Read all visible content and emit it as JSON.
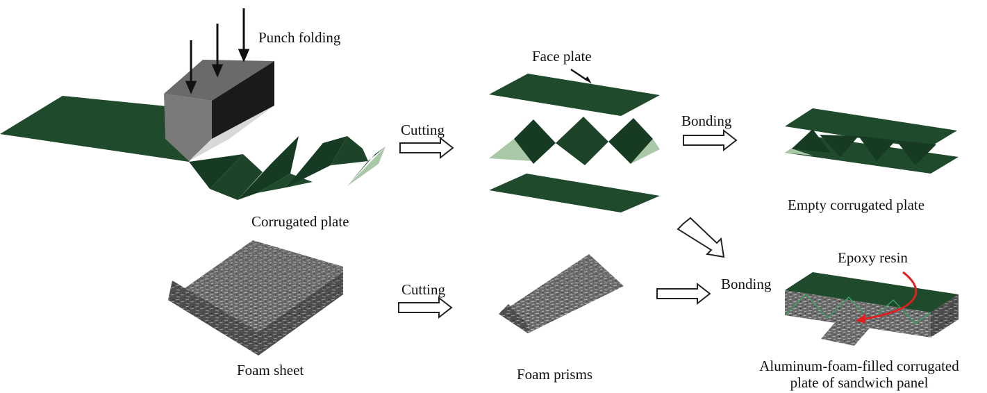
{
  "labels": {
    "punch_folding": "Punch folding",
    "corrugated_plate": "Corrugated plate",
    "cutting_top": "Cutting",
    "face_plate": "Face plate",
    "bonding_top": "Bonding",
    "empty_corrugated_plate": "Empty corrugated plate",
    "foam_sheet": "Foam sheet",
    "cutting_bottom": "Cutting",
    "foam_prisms": "Foam prisms",
    "bonding_bottom": "Bonding",
    "epoxy_resin": "Epoxy resin",
    "final_line1": "Aluminum-foam-filled corrugated",
    "final_line2": "plate of sandwich panel"
  },
  "colors": {
    "plate_green": "#1f4a2c",
    "plate_dark": "#163b22",
    "plate_light": "#a9c8a8",
    "punch_dark": "#1a1a1a",
    "punch_gray": "#6a6a6a",
    "foam_gray": "#6b6b6b",
    "epoxy_red": "#e02020"
  }
}
